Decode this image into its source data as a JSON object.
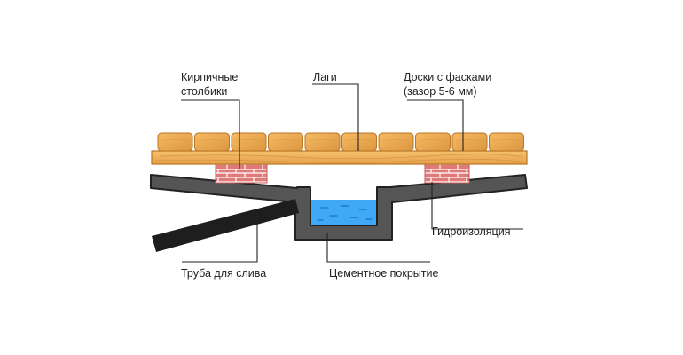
{
  "labels": {
    "brick_posts": [
      "Кирпичные",
      "столбики"
    ],
    "joists": "Лаги",
    "boards": [
      "Доски с фасками",
      "(зазор 5-6 мм)"
    ],
    "waterproofing": "Гидроизоляция",
    "drain_pipe": "Труба для слива",
    "cement_coating": "Цементное покрытие"
  },
  "colors": {
    "wood_light": "#f2b35a",
    "wood_dark": "#d98f35",
    "wood_outline": "#b87525",
    "brick": "#e07a78",
    "brick_line": "#ffffff",
    "base": "#555555",
    "base_outline": "#222222",
    "water": "#3fa9f5",
    "pipe": "#1e1e1e",
    "leader": "#222222"
  }
}
